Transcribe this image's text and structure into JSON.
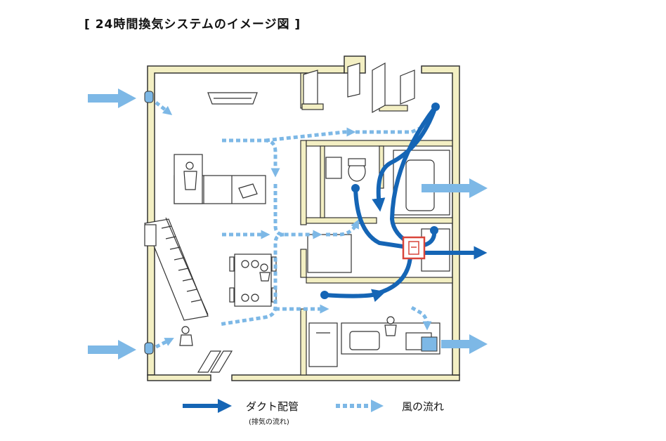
{
  "title": "[ 24時間換気システムのイメージ図 ]",
  "legend": {
    "duct": {
      "label": "ダクト配管",
      "sublabel": "(排気の流れ)"
    },
    "wind": {
      "label": "風の流れ"
    }
  },
  "colors": {
    "duct_arrow": "#1565b5",
    "wind_arrow": "#7db8e6",
    "wall": "#f3efc3",
    "outline": "#333333",
    "fan_unit": "#d9453a"
  },
  "icons": [
    "intake-vent-icon",
    "ventilation-fan-icon",
    "person-icon",
    "bathtub-icon",
    "toilet-icon",
    "stairs-icon",
    "sink-icon"
  ]
}
